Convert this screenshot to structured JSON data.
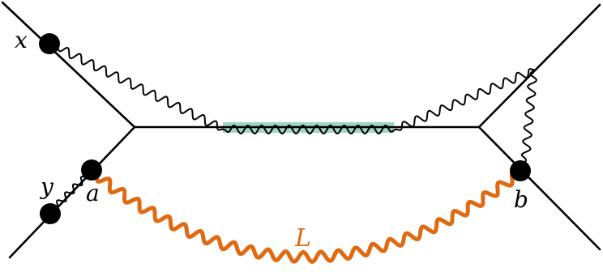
{
  "labels": {
    "x": "x",
    "y": "y",
    "a": "a",
    "b": "b",
    "L": "L"
  },
  "colors": {
    "line": "#000000",
    "highlight": "#9fd6c0",
    "loop": "#e06a12"
  }
}
